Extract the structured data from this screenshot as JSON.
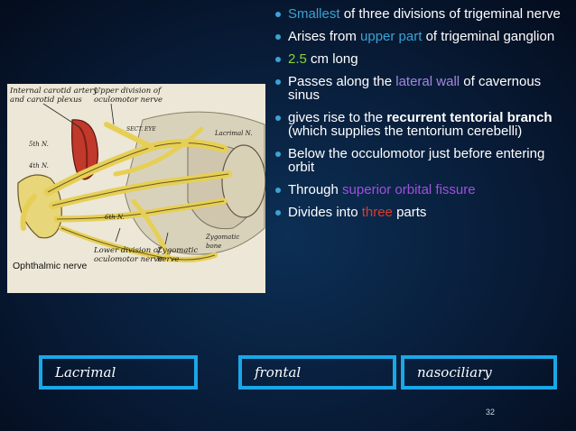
{
  "figure": {
    "labels": {
      "carotid": "Internal carotid artery\nand carotid plexus",
      "upper_division": "Upper division of\noculomotor nerve",
      "lower_division": "Lower division of\noculomotor nerve",
      "zygomatic": "Zygomatic\nnerve",
      "fifth_n": "5th N.",
      "fourth_n": "4th N.",
      "sixth_n": "6th N.",
      "lacrimal_n": "Lacrimal N.",
      "sect_eye": "SECT. EYE",
      "zygomatic_bone": "Zygomatic\nbone",
      "ophthalmic": "Ophthalmic nerve"
    }
  },
  "bullets": [
    [
      {
        "t": "Smallest",
        "c": "blue"
      },
      {
        "t": " of three divisions of trigeminal nerve"
      }
    ],
    [
      {
        "t": "Arises from "
      },
      {
        "t": "upper part",
        "c": "blue"
      },
      {
        "t": " of trigeminal ganglion"
      }
    ],
    [
      {
        "t": "2.5",
        "c": "green"
      },
      {
        "t": " cm long"
      }
    ],
    [
      {
        "t": "Passes along the "
      },
      {
        "t": "lateral wall",
        "c": "purple"
      },
      {
        "t": " of cavernous sinus"
      }
    ],
    [
      {
        "t": "gives rise to the "
      },
      {
        "t": "recurrent tentorial branch",
        "b": true
      },
      {
        "t": " (which supplies the tentorium cerebelli)"
      }
    ],
    [
      {
        "t": "Below the occulomotor just before entering orbit"
      }
    ],
    [
      {
        "t": "Through "
      },
      {
        "t": "superior orbital fissure",
        "c": "violet"
      }
    ],
    [
      {
        "t": "Divides into "
      },
      {
        "t": "three",
        "c": "red"
      },
      {
        "t": " parts"
      }
    ]
  ],
  "boxes": {
    "lacrimal": "Lacrimal",
    "frontal": "frontal",
    "nasociliary": "nasociliary"
  },
  "page_number": "32",
  "colors": {
    "bullet_dot": "#3aa3d4",
    "blue": "#3aa3d4",
    "green": "#8bd13a",
    "purple": "#a486e0",
    "violet": "#a14fe0",
    "red": "#e03a2a",
    "box_border": "#1aa7e8"
  }
}
